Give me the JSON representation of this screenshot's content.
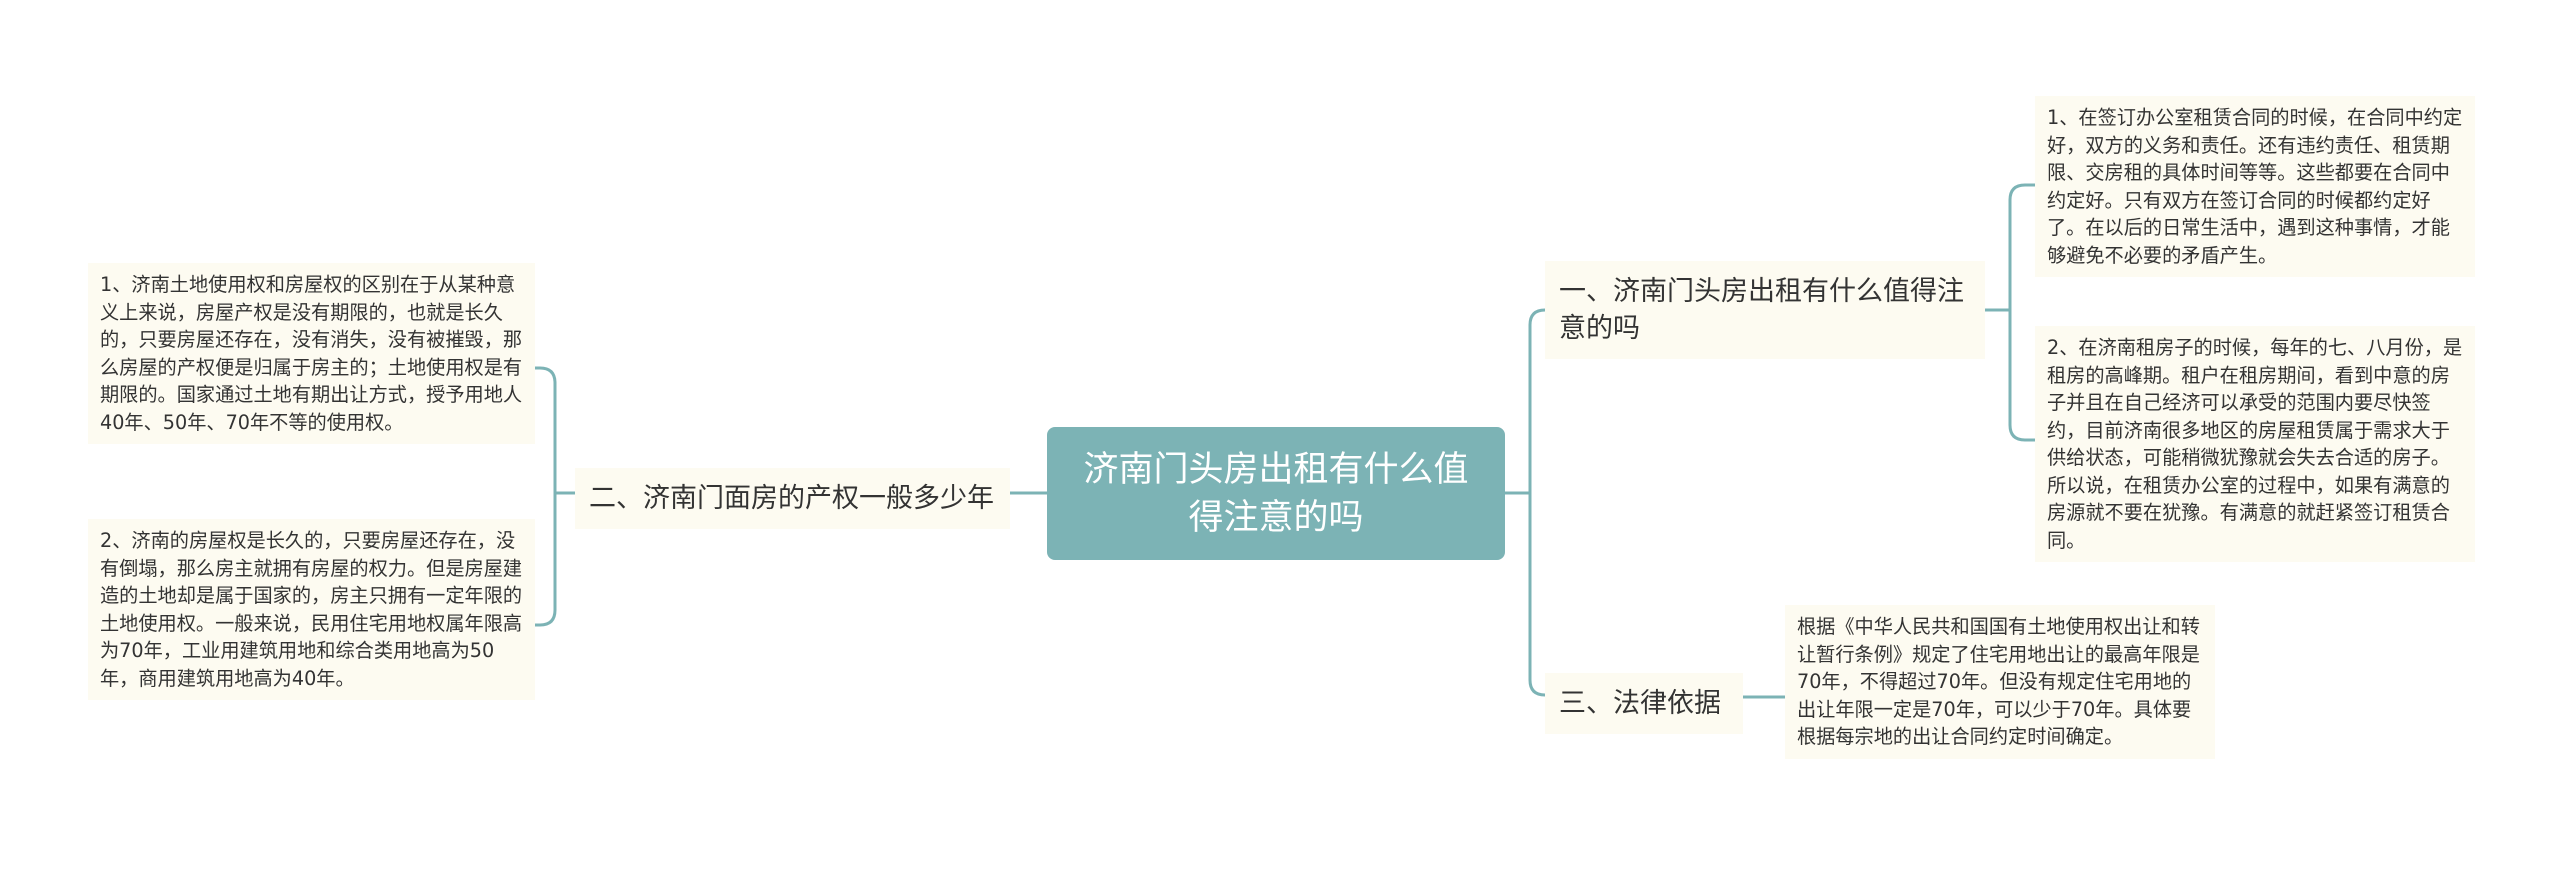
{
  "root": {
    "title": "济南门头房出租有什么值得注意的吗"
  },
  "branches": {
    "right1": {
      "label": "一、济南门头房出租有什么值得注意的吗",
      "notes": [
        "1、在签订办公室租赁合同的时候，在合同中约定好，双方的义务和责任。还有违约责任、租赁期限、交房租的具体时间等等。这些都要在合同中约定好。只有双方在签订合同的时候都约定好了。在以后的日常生活中，遇到这种事情，才能够避免不必要的矛盾产生。",
        "2、在济南租房子的时候，每年的七、八月份，是租房的高峰期。租户在租房期间，看到中意的房子并且在自己经济可以承受的范围内要尽快签约，目前济南很多地区的房屋租赁属于需求大于供给状态，可能稍微犹豫就会失去合适的房子。所以说，在租赁办公室的过程中，如果有满意的房源就不要在犹豫。有满意的就赶紧签订租赁合同。"
      ]
    },
    "right2": {
      "label": "三、法律依据",
      "notes": [
        "根据《中华人民共和国国有土地使用权出让和转让暂行条例》规定了住宅用地出让的最高年限是70年，不得超过70年。但没有规定住宅用地的出让年限一定是70年，可以少于70年。具体要根据每宗地的出让合同约定时间确定。"
      ]
    },
    "left1": {
      "label": "二、济南门面房的产权一般多少年",
      "notes": [
        "1、济南土地使用权和房屋权的区别在于从某种意义上来说，房屋产权是没有期限的，也就是长久的，只要房屋还存在，没有消失，没有被摧毁，那么房屋的产权便是归属于房主的；土地使用权是有期限的。国家通过土地有期出让方式，授予用地人40年、50年、70年不等的使用权。",
        "2、济南的房屋权是长久的，只要房屋还存在，没有倒塌，那么房主就拥有房屋的权力。但是房屋建造的土地却是属于国家的，房主只拥有一定年限的土地使用权。一般来说，民用住宅用地权属年限高为70年，工业用建筑用地和综合类用地高为50年，商用建筑用地高为40年。"
      ]
    }
  },
  "colors": {
    "root_bg": "#7cb3b5",
    "connector": "#7cb3b5",
    "node_bg": "#fdfbf1",
    "text": "#333333"
  }
}
